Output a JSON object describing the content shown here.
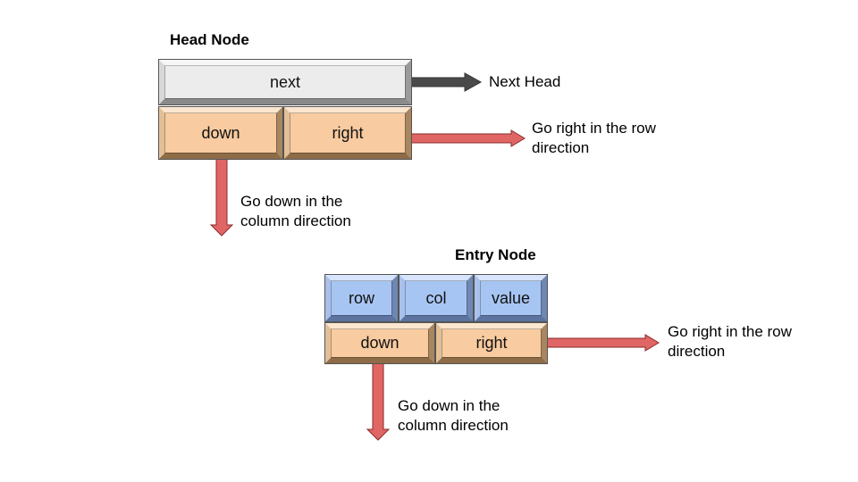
{
  "head_node": {
    "title": "Head Node",
    "fields": {
      "next": "next",
      "down": "down",
      "right": "right"
    },
    "labels": {
      "next": "Next Head",
      "right": "Go right in the row\ndirection",
      "down": "Go down in the\ncolumn direction"
    }
  },
  "entry_node": {
    "title": "Entry Node",
    "fields": {
      "row": "row",
      "col": "col",
      "value": "value",
      "down": "down",
      "right": "right"
    },
    "labels": {
      "right": "Go right in the row\ndirection",
      "down": "Go down in the\ncolumn direction"
    }
  },
  "colors": {
    "pointer_arrow": "#e06666",
    "next_arrow": "#4a4a4a",
    "pointer_field": "#f8cba0",
    "data_field": "#a7c5f2",
    "next_field": "#ececec"
  }
}
